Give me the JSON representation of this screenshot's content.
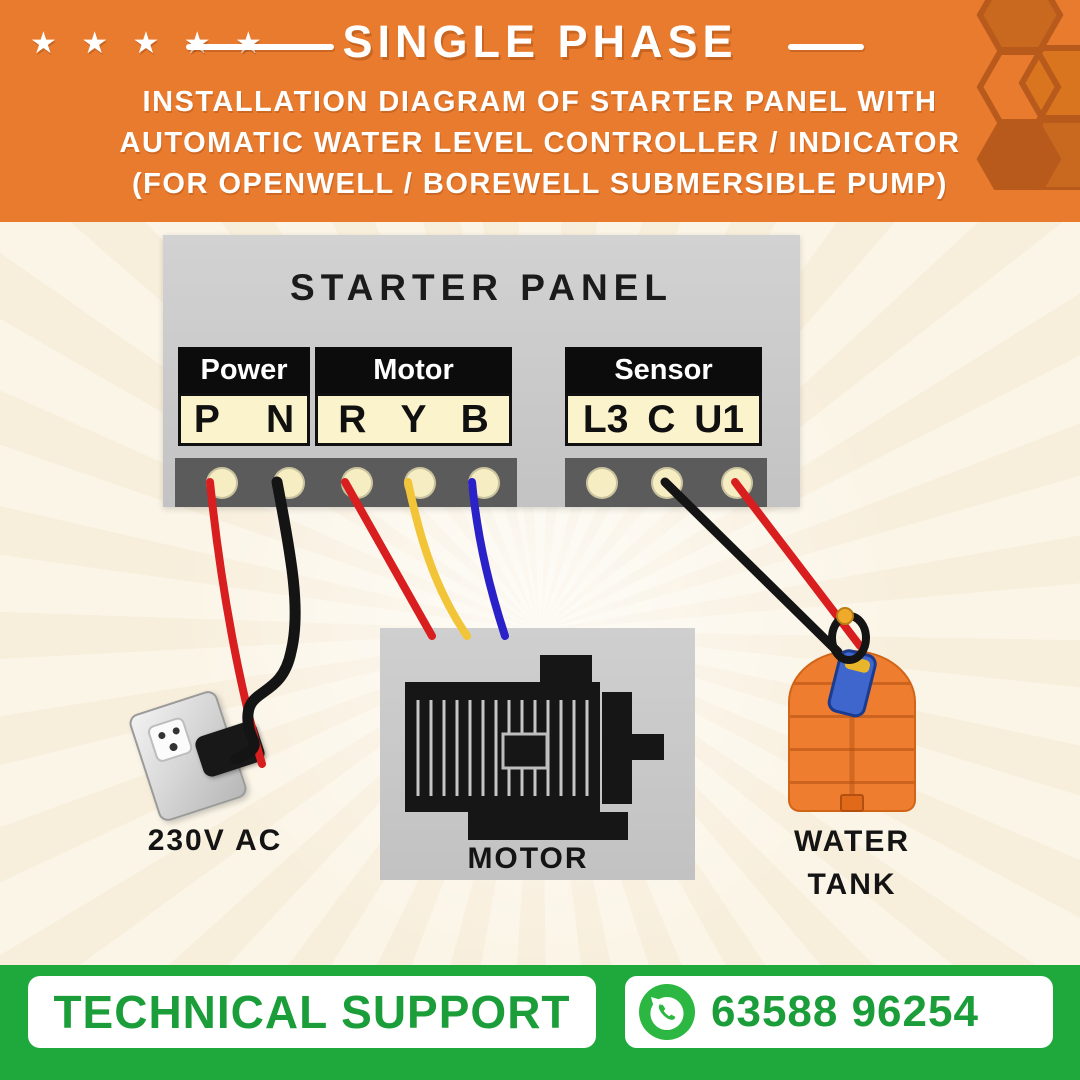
{
  "header": {
    "stars": "★ ★ ★ ★ ★",
    "title": "SINGLE PHASE",
    "subtitle_line1": "INSTALLATION DIAGRAM OF STARTER PANEL WITH",
    "subtitle_line2": "AUTOMATIC WATER LEVEL CONTROLLER / INDICATOR",
    "subtitle_line3": "(FOR OPENWELL / BOREWELL SUBMERSIBLE PUMP)"
  },
  "panel": {
    "title": "STARTER PANEL",
    "groups": [
      {
        "label": "Power",
        "terminals": "P N"
      },
      {
        "label": "Motor",
        "terminals": "R Y B"
      },
      {
        "label": "Sensor",
        "terminals": "L3 C U1"
      }
    ]
  },
  "diagram_labels": {
    "power_source": "230V AC",
    "motor": "MOTOR",
    "tank_line1": "WATER",
    "tank_line2": "TANK"
  },
  "footer": {
    "support_label": "TECHNICAL SUPPORT",
    "phone": "63588 96254",
    "whatsapp_icon": "whatsapp-icon"
  },
  "colors": {
    "header_bg": "#E97B2F",
    "footer_bg": "#1FA83C",
    "text_green": "#1B9E3A",
    "whatsapp_green": "#2BB741",
    "wire_red": "#D81E1E",
    "wire_black": "#141414",
    "wire_yellow": "#F2C437",
    "wire_blue": "#2A22C8",
    "tank_orange": "#EE7D2F",
    "panel_gray": "#C9C9C9",
    "terminal_cream": "#FBF3CC"
  }
}
